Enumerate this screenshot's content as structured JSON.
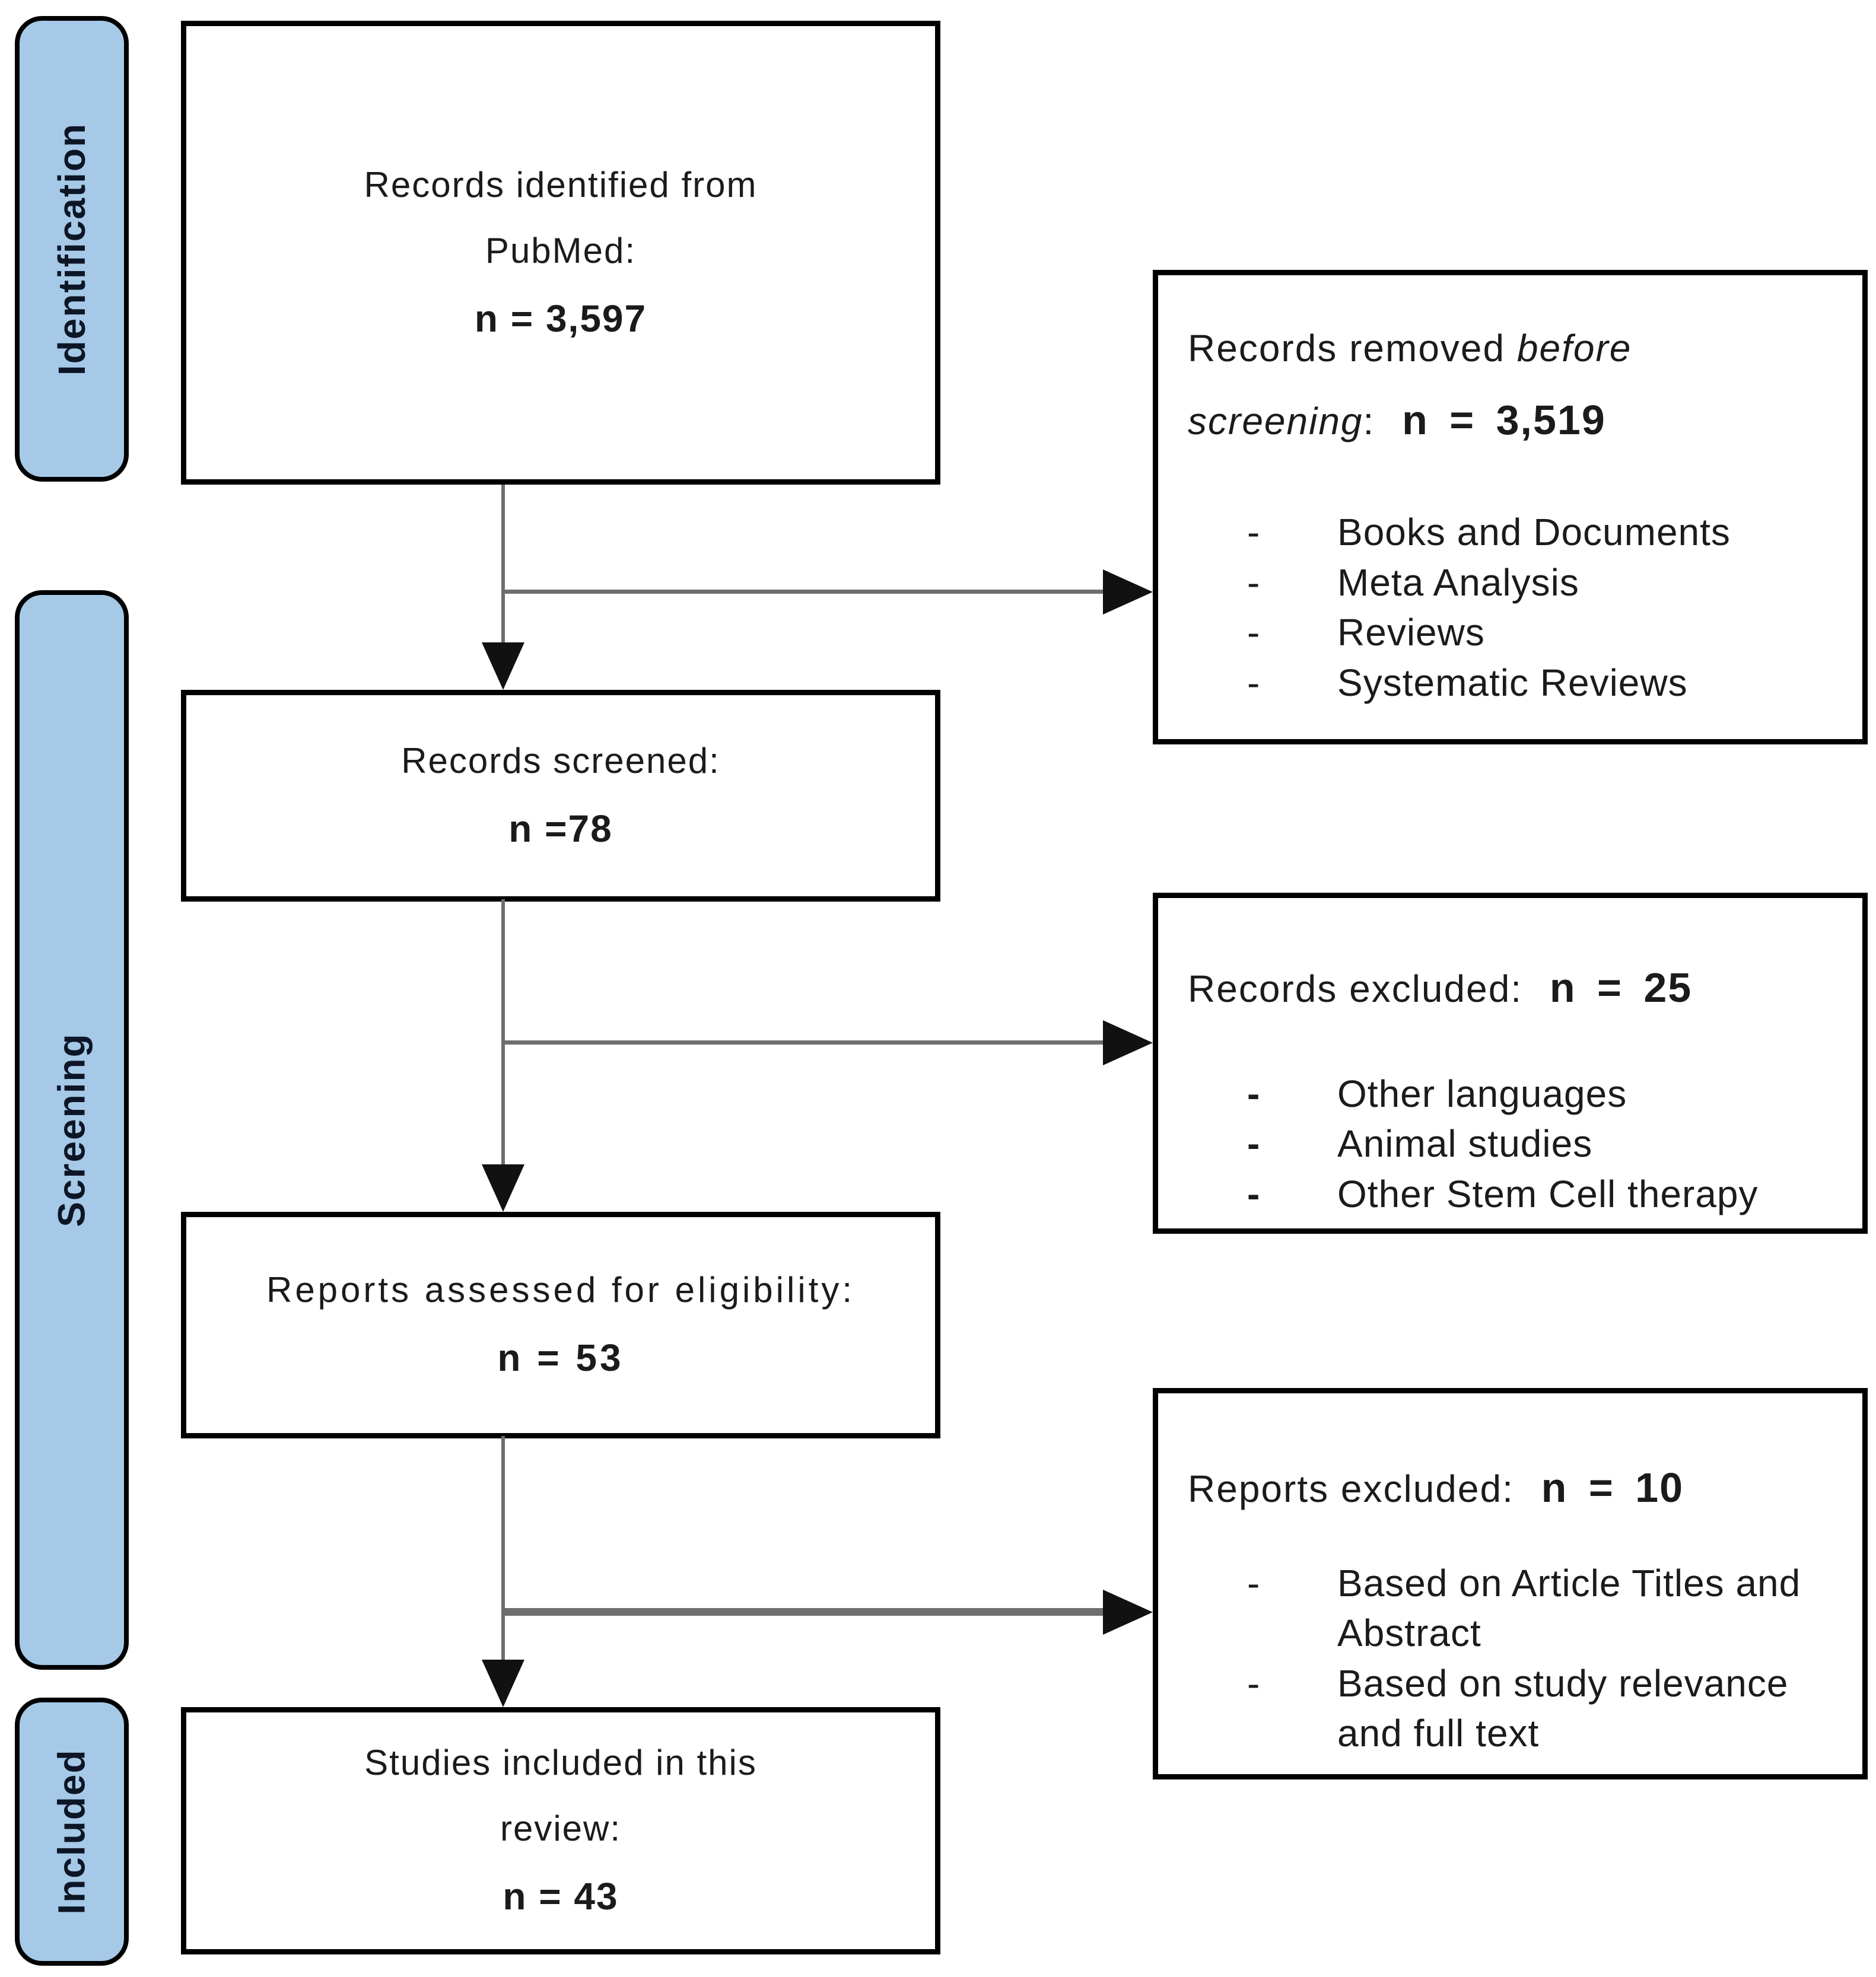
{
  "palette": {
    "stage_fill": "#a6c9e8",
    "stage_border": "#000000",
    "box_border": "#000000",
    "connector": "#6e6e6e",
    "text": "#1b1b1b",
    "background": "#ffffff"
  },
  "stages": [
    {
      "label": "Identification"
    },
    {
      "label": "Screening"
    },
    {
      "label": "Included"
    }
  ],
  "flow_boxes": [
    {
      "lines": [
        "Records identified from",
        "PubMed:"
      ],
      "n": "n = 3,597"
    },
    {
      "lines": [
        "Records screened:"
      ],
      "n": "n =78"
    },
    {
      "lines": [
        "Reports assessed for eligibility:"
      ],
      "n": "n = 53"
    },
    {
      "lines": [
        "Studies included in this",
        "review:"
      ],
      "n": "n = 43"
    }
  ],
  "exclusion_boxes": [
    {
      "title_normal": "Records removed",
      "title_italic_1": "before",
      "title_italic_2": "screening",
      "title_colon": ":",
      "n": "n = 3,519",
      "items": [
        "Books and Documents",
        "Meta Analysis",
        "Reviews",
        "Systematic Reviews"
      ]
    },
    {
      "title": "Records excluded:",
      "n": "n = 25",
      "items": [
        "Other languages",
        "Animal studies",
        "Other Stem Cell therapy"
      ]
    },
    {
      "title": "Reports excluded:",
      "n": "n = 10",
      "items": [
        "Based on Article Titles and Abstract",
        "Based on study relevance and full text"
      ]
    }
  ],
  "list_bullet": "-"
}
